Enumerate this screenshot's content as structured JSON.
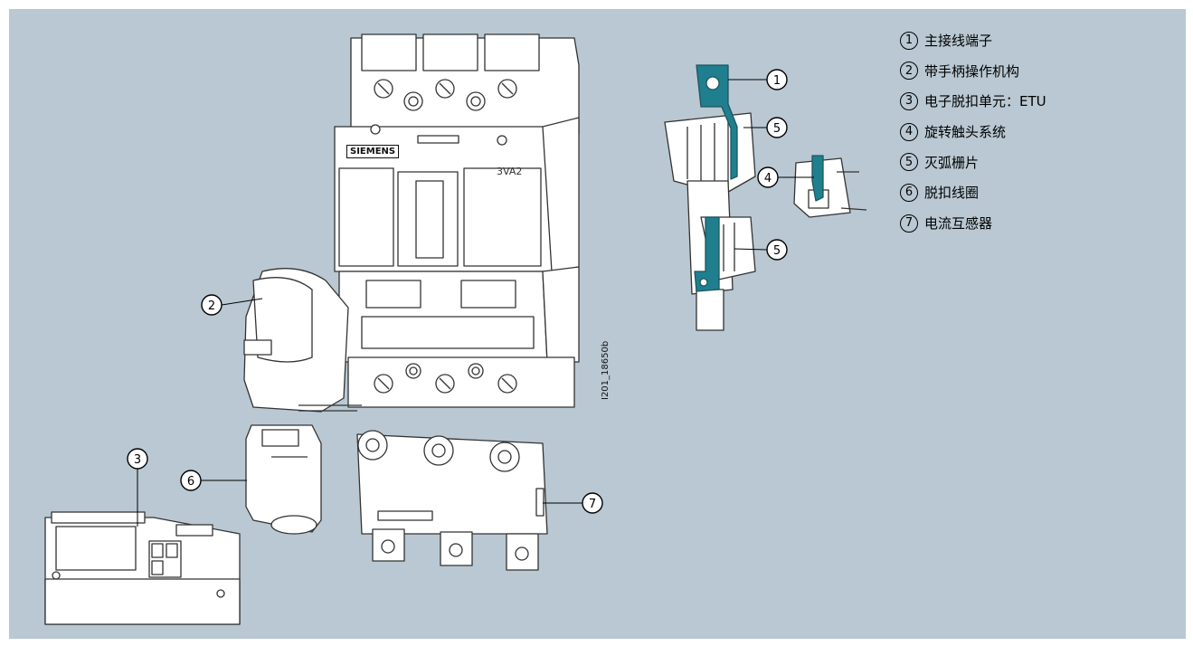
{
  "legend": [
    {
      "num": "1",
      "label": "主接线端子"
    },
    {
      "num": "2",
      "label": "带手柄操作机构"
    },
    {
      "num": "3",
      "label": "电子脱扣单元：ETU"
    },
    {
      "num": "4",
      "label": "旋转触头系统"
    },
    {
      "num": "5",
      "label": "灭弧栅片"
    },
    {
      "num": "6",
      "label": "脱扣线圈"
    },
    {
      "num": "7",
      "label": "电流互感器"
    }
  ],
  "callouts": {
    "c1": "1",
    "c2": "2",
    "c3": "3",
    "c4": "4",
    "c5a": "5",
    "c5b": "5",
    "c6": "6",
    "c7": "7"
  },
  "device": {
    "brand": "SIEMENS",
    "model": "3VA2"
  },
  "figure_code": "I201_18650b",
  "colors": {
    "background": "#b9c8d2",
    "part_fill": "#ffffff",
    "outline": "#333333",
    "terminal_accent": "#1f7f8f"
  }
}
